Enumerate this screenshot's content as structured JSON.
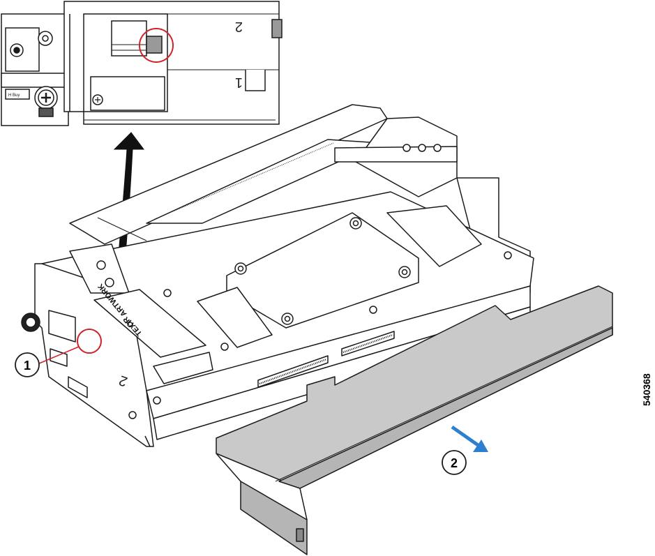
{
  "figure": {
    "figure_number": "540368",
    "callouts": [
      {
        "id": 1,
        "label": "1"
      },
      {
        "id": 2,
        "label": "2"
      }
    ],
    "inset_slot_labels": [
      "2",
      "1"
    ],
    "artwork_label": [
      "TEXT",
      "OR",
      "ARTWORK"
    ],
    "riser_slot_label": "2",
    "colors": {
      "line": "#1a1a1a",
      "metal": "#ffffff",
      "card_fill": "#c9c9c9",
      "callout_circle": "#d0202a",
      "arrow": "#2f7fd0"
    }
  }
}
